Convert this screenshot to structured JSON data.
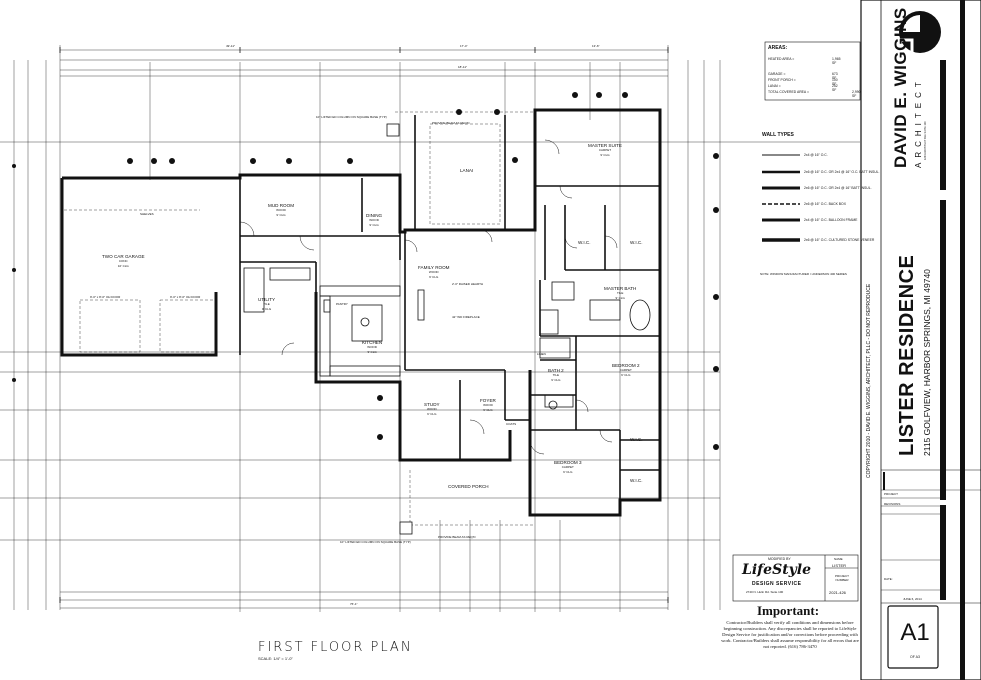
{
  "plan": {
    "title": "FIRST FLOOR PLAN",
    "scale": "SCALE: 1/4\" = 1'-0\"",
    "rooms": [
      {
        "id": "garage",
        "name": "TWO CAR GARAGE",
        "sub": "CONC",
        "ceil": "10' CLG"
      },
      {
        "id": "mud",
        "name": "MUD ROOM",
        "sub": "WOOD",
        "ceil": "9' CLG"
      },
      {
        "id": "dining",
        "name": "DINING",
        "sub": "WOOD",
        "ceil": "9' CLG"
      },
      {
        "id": "lanai",
        "name": "LANAI",
        "sub": "",
        "ceil": ""
      },
      {
        "id": "master",
        "name": "MASTER SUITE",
        "sub": "CARPET",
        "ceil": "9' CLG"
      },
      {
        "id": "family",
        "name": "FAMILY ROOM",
        "sub": "WOOD",
        "ceil": "9' CLG"
      },
      {
        "id": "utility",
        "name": "UTILITY",
        "sub": "TILE",
        "ceil": "9' CLG"
      },
      {
        "id": "kitchen",
        "name": "KITCHEN",
        "sub": "WOOD",
        "ceil": "9' CLG"
      },
      {
        "id": "masterbath",
        "name": "MASTER BATH",
        "sub": "TILE",
        "ceil": "9' CLG"
      },
      {
        "id": "bed2",
        "name": "BEDROOM 2",
        "sub": "CARPET",
        "ceil": "9' CLG"
      },
      {
        "id": "bath2",
        "name": "BATH 2",
        "sub": "TILE",
        "ceil": "9' CLG"
      },
      {
        "id": "study",
        "name": "STUDY",
        "sub": "WOOD",
        "ceil": "9' CLG"
      },
      {
        "id": "foyer",
        "name": "FOYER",
        "sub": "WOOD",
        "ceil": "9' CLG"
      },
      {
        "id": "bed3",
        "name": "BEDROOM 3",
        "sub": "CARPET",
        "ceil": "9' CLG"
      },
      {
        "id": "porch",
        "name": "COVERED PORCH",
        "sub": "",
        "ceil": ""
      },
      {
        "id": "wic1",
        "name": "W.I.C.",
        "sub": "",
        "ceil": ""
      },
      {
        "id": "wic2",
        "name": "W.I.C.",
        "sub": "",
        "ceil": ""
      },
      {
        "id": "wic3",
        "name": "W.I.C.",
        "sub": "",
        "ceil": ""
      },
      {
        "id": "wic4",
        "name": "W.I.C.",
        "sub": "",
        "ceil": ""
      }
    ],
    "notes": {
      "shelf": "SHELVES",
      "garage_doors": "9'-0\" x 8'-0\" OH DOOR",
      "fireplace": "42\" WD FIREPLACE",
      "hearth": "2'-0\" RAISED HEARTH",
      "post_top": "10\" LIFTED ED COLUMN ON SQUARE BASE (TYP)",
      "post_bottom": "10\" LIFTED ED COLUMN ON SQUARE BASE (TYP)",
      "beam_top": "PROVIDE BEAM AS REQ'D",
      "beam_bottom": "PROVIDE BEAM AS REQ'D",
      "linen": "LINEN",
      "coats": "COATS",
      "pantry": "PANTRY",
      "window_note": "NOTE: WINDOW MANUFACTURER = ANDERSON 400 SERIES"
    },
    "dims_top": [
      "49'-11\"",
      "17'-4\"",
      "18'-11\"",
      "13'-6\""
    ],
    "dims_bottom": [
      "76'-1\""
    ]
  },
  "areas": {
    "title": "AREAS:",
    "rows": [
      {
        "label": "HEATED AREA =",
        "value": "1,965 SF"
      },
      {
        "label": "GARAGE =",
        "value": "673 SF"
      },
      {
        "label": "FRONT PORCH =",
        "value": "100 SF"
      },
      {
        "label": "LANAI =",
        "value": "252 SF"
      },
      {
        "label": "TOTAL COVERED AREA =",
        "value": "2,990 SF"
      }
    ]
  },
  "wall_types": {
    "title": "WALL TYPES",
    "rows": [
      {
        "label": "2x4 @ 16\" O.C."
      },
      {
        "label": "2x6 @ 16\" O.C. OR 2x4 @ 16\" O.C. BATT INSUL."
      },
      {
        "label": "2x6 @ 16\" O.C. OR 2x4 @ 16\" BATT INSUL."
      },
      {
        "label": "2x6 @ 16\" O.C. BACK BOX"
      },
      {
        "label": "2x4 @ 16\" O.C. BALLOON FRAME"
      },
      {
        "label": "2x6 @ 16\" O.C. CULTURED STONE VENEER"
      }
    ]
  },
  "stamp": {
    "modified_by": "MODIFIED BY",
    "logo": "LifeStyle",
    "service": "DESIGN SERVICE",
    "contact": "2740 N. Hulin Rd. Suite 100",
    "name_label": "NAME",
    "name_value": "LISTER",
    "project_label": "PROJECT NUMBER",
    "project_value": "2021-426"
  },
  "important": {
    "heading": "Important:",
    "body": "Contractor/Builders shall verify all conditions and dimensions before beginning construction. Any discrepancies shall be reported to LifeStyle Design Service for justification and/or corrections before proceeding with work. Contractor/Builders shall assume responsibility for all errors that are not reported. (616) 786-3470"
  },
  "title_block": {
    "architect": "DAVID E. WIGGINS",
    "architect_sub": "ARCHITECT",
    "architect_addr": "1234 ARCHITECT AVE SUITE 100",
    "project": "LISTER RESIDENCE",
    "address": "2115 GOLFVIEW, HARBOR SPRINGS, MI 49740",
    "copyright": "COPYRIGHT 2010 - DAVID E. WIGGINS, ARCHITECT, PLLC - DO NOT REPRODUCE",
    "project_label": "PROJECT",
    "revisions_label": "REVISIONS",
    "date_label": "DATE:",
    "date_value": "JUNE 6, 2014",
    "sheet": "A1",
    "sheet_sub": "OF A3"
  },
  "colors": {
    "ink": "#111111",
    "paper": "#ffffff",
    "gray": "#888888"
  }
}
